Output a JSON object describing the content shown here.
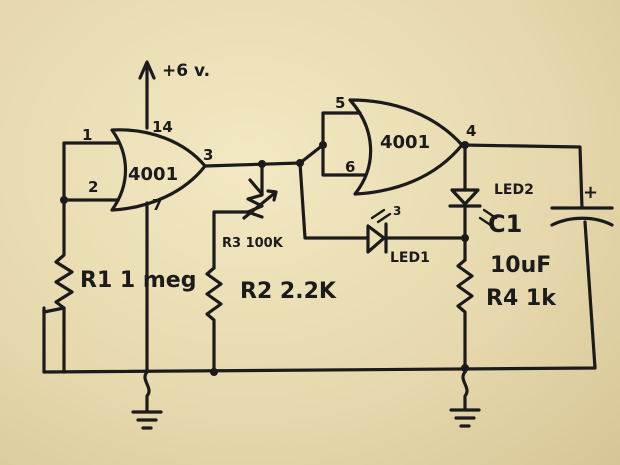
{
  "supply": "+6 v.",
  "gate1": {
    "name": "4001",
    "pin_in_a": "1",
    "pin_in_b": "2",
    "pin_out": "3",
    "pin_vcc": "14",
    "pin_gnd": "7"
  },
  "gate2": {
    "name": "4001",
    "pin_in_a": "5",
    "pin_in_b": "6",
    "pin_out": "4"
  },
  "r1": "R1 1 meg",
  "r2": "R2 2.2K",
  "r3": "R3 100K",
  "r4": "R4 1k",
  "led1": "LED1",
  "led2": "LED2",
  "led1_mark": "3",
  "c1": {
    "name": "C1",
    "value": "10uF",
    "polarity": "+"
  }
}
